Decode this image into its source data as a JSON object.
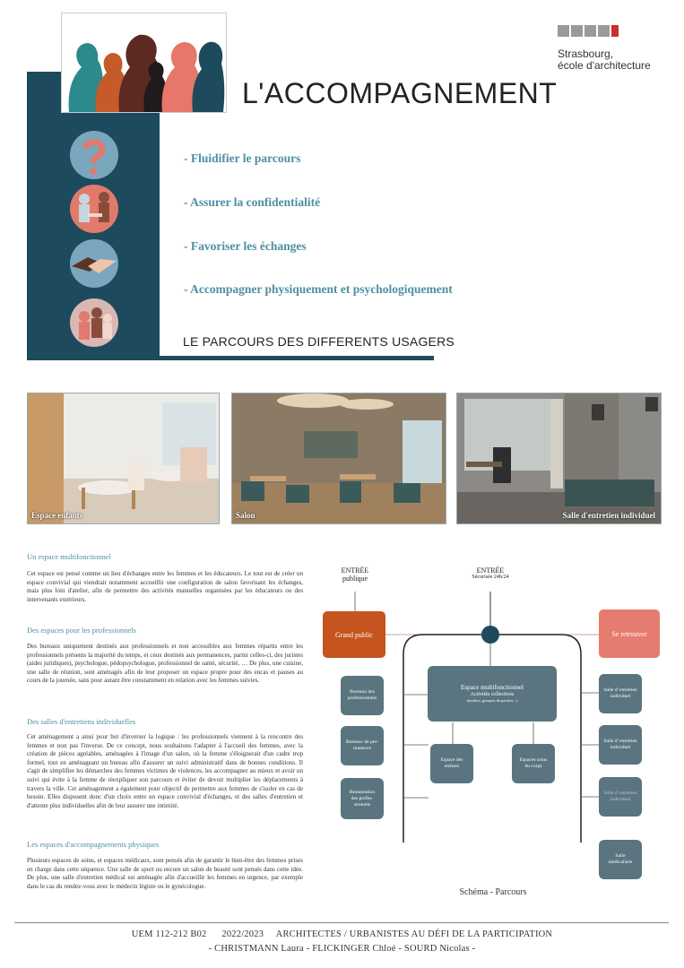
{
  "logo": {
    "line1": "Strasbourg,",
    "line2": "école d'architecture"
  },
  "title": "L'ACCOMPAGNEMENT",
  "goals": [
    "- Fluidifier le parcours",
    "- Assurer la confidentialité",
    "- Favoriser les échanges",
    "- Accompagner physiquement et psychologiquement"
  ],
  "parcours_heading": "LE PARCOURS DES DIFFERENTS USAGERS",
  "photos": [
    {
      "caption": "Espace enfants"
    },
    {
      "caption": "Salon"
    },
    {
      "caption": "Salle d'entretien individuel"
    }
  ],
  "sections": [
    {
      "title": "Un espace multifonctionnel",
      "body": "Cet espace est pensé comme un lieu d'échanges entre les femmes et les éducateurs. Le tout est de créer un espace convivial qui viendrait notamment accueillir une configuration de salon favorisant les échanges, mais plus loin d'atelier, afin de permettre des activités manuelles organisées par les éducateurs ou des intervenants extérieurs."
    },
    {
      "title": "Des espaces pour les professionnels",
      "body": "Des bureaux uniquement destinés aux professionnels et non accessibles aux femmes répartis entre les professionnels présents la majorité du temps, et ceux destinés aux permanences, parmi celles-ci, des juristes (aides juridiques), psychologue, pédopsychologue, professionnel de santé, sécurité, … De plus, une cuisine, une salle de réunion, sont aménagés afin de leur proposer un espace propre pour des encas et pauses au cours de la journée, sans pour autant être constamment en relation avec les femmes suivies."
    },
    {
      "title": "Des salles d'entretiens individuelles",
      "body": "Cet aménagement a ainsi pour but d'inverser la logique : les professionnels viennent à la rencontre des femmes et non pas l'inverse. De ce concept, nous souhaitons l'adapter à l'accueil des femmes, avec la création de pièces agréables, aménagées à l'image d'un salon, où la femme s'éloignerait d'un cadre trop formel, tout en aménageant un bureau afin d'assurer un suivi administratif dans de bonnes conditions. Il s'agit de simplifier les démarches des femmes victimes de violences, les accompagner au mieux et avoir un suivi qui évite à la femme de réexpliquer son parcours et éviter de devoir multiplier les déplacements à travers la ville. Cet aménagement a également pour objectif de permettre aux femmes de s'isoler en cas de besoin. Elles disposent donc d'un choix entre un espace convivial d'échanges, et des salles d'entretien et d'attente plus individuelles afin de leur assurer une intimité."
    },
    {
      "title": "Les espaces d'accompagnements physiques",
      "body": "Plusieurs espaces de soins, et espaces médicaux, sont pensés afin de garantir le bien-être des femmes prises en charge dans cette séquence. Une salle de sport ou encore un salon de beauté sont pensés dans cette idée. De plus, une salle d'entretien médical est aménagée afin d'accueillir les femmes en urgence, par exemple dans le cas du rendez-vous avec le médecin légiste ou le gynécologue."
    }
  ],
  "diagram": {
    "entree_publique": [
      "ENTRÉE",
      "publique"
    ],
    "entree_securisee": [
      "ENTRÉE",
      "Sécurisée 24h/24"
    ],
    "grand_public": "Grand public",
    "se_retrouver": "Se retrouver",
    "multi": [
      "Espace multifonctionnel",
      "Activités collectives",
      "(ateliers, groupes de paroles...)"
    ],
    "left_boxes": [
      [
        "Bureaux des",
        "professionnels"
      ],
      [
        "Bureaux de per-",
        "manence"
      ],
      [
        "Restauration",
        "des profes-",
        "sionnels"
      ]
    ],
    "mid_boxes": [
      [
        "Espace des",
        "enfants"
      ],
      [
        "Espaces soins",
        "du corps"
      ]
    ],
    "right_boxes": [
      [
        "Salle d' entretien",
        "individuel"
      ],
      [
        "Salle d' entretien",
        "individuel"
      ],
      [
        "Salle d' entretien",
        "individuel"
      ],
      [
        "Salle",
        "médicalisée"
      ]
    ],
    "caption": "Schéma - Parcours"
  },
  "footer": {
    "line1": "UEM 112-212 B02      2022/2023     ARCHITECTES / URBANISTES AU DÉFI DE LA PARTICIPATION",
    "line2": "- CHRISTMANN Laura - FLICKINGER Chloé - SOURD Nicolas -"
  },
  "colors": {
    "teal": "#1d4a5c",
    "accent_blue": "#4d8fa4",
    "orange": "#c5541e",
    "salmon": "#e67c6f",
    "box": "#5a7580"
  }
}
